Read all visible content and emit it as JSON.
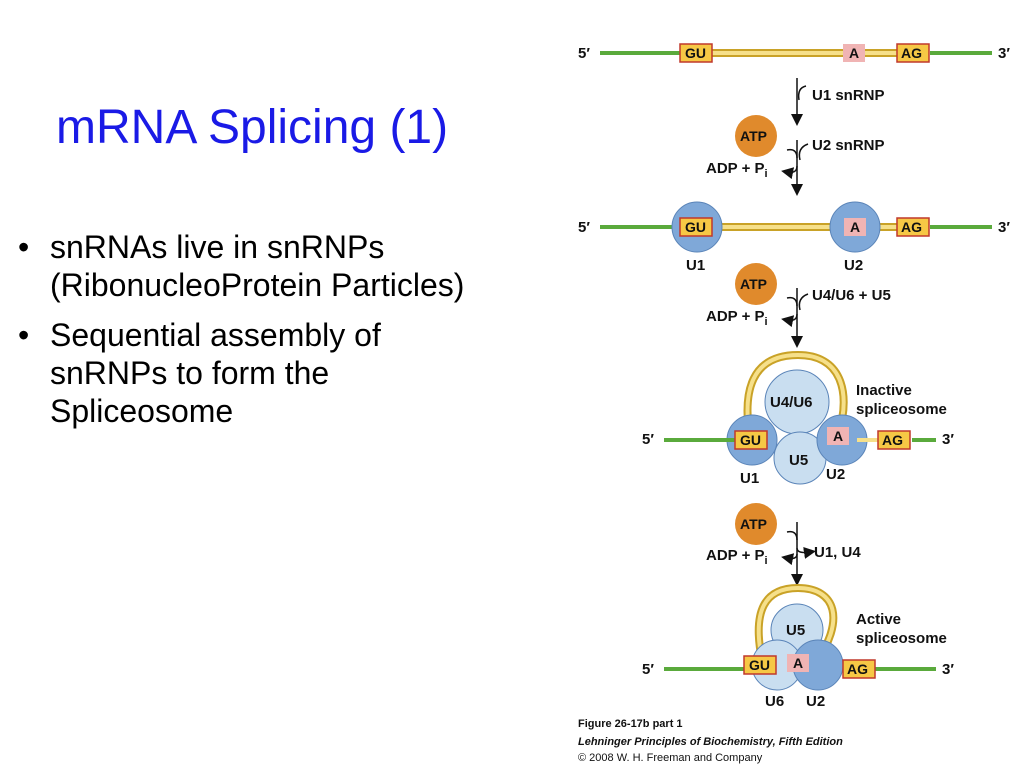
{
  "slide": {
    "title": "mRNA Splicing (1)",
    "bullets": [
      "snRNAs live in snRNPs (RibonucleoProtein Particles)",
      "Sequential assembly of snRNPs to form the Spliceosome"
    ]
  },
  "diagram": {
    "five_prime": "5′",
    "three_prime": "3′",
    "gu": "GU",
    "a": "A",
    "ag": "AG",
    "atp": "ATP",
    "adp_a": "ADP + P",
    "adp_sub": "i",
    "u1_snrnp": "U1 snRNP",
    "u2_snrnp": "U2 snRNP",
    "u4u6_u5": "U4/U6 + U5",
    "u1u4": "U1, U4",
    "u1": "U1",
    "u2": "U2",
    "u4u6": "U4/U6",
    "u5": "U5",
    "u6": "U6",
    "inactive_1": "Inactive",
    "inactive_2": "spliceosome",
    "active_1": "Active",
    "active_2": "spliceosome"
  },
  "caption": {
    "figure": "Figure 26-17b part 1",
    "book": "Lehninger Principles of Biochemistry, Fifth Edition",
    "copyright": "© 2008 W. H. Freeman and Company"
  },
  "colors": {
    "title": "#1a1ae6",
    "exon_line": "#5aaa3c",
    "intron_line": "#f2d060",
    "box_fill": "#f6c845",
    "box_stroke": "#c0392b",
    "a_box": "#f0b4b4",
    "snrnp_blue": "#7fa8d8",
    "snrnp_light": "#c9def0",
    "atp_orange": "#e08a2c"
  }
}
